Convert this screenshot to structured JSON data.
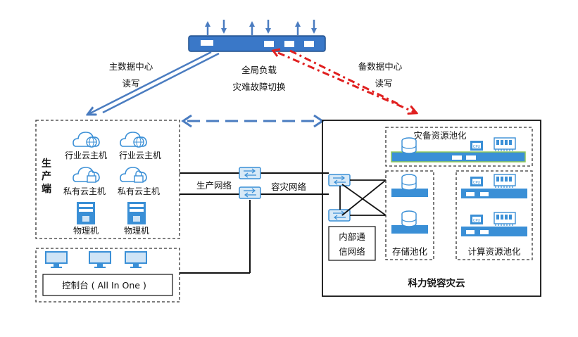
{
  "top_labels": {
    "primary_dc": "主数据中心",
    "primary_rw": "读写",
    "global_lb": "全局负载",
    "dr_switch": "灾难故障切换",
    "backup_dc": "备数据中心",
    "backup_rw": "读写"
  },
  "production": {
    "side_label": [
      "生",
      "产",
      "端"
    ],
    "industry_host": "行业云主机",
    "private_host": "私有云主机",
    "physical": "物理机"
  },
  "console": {
    "label": "控制台 ( All  In  One )"
  },
  "networks": {
    "production": "生产网络",
    "dr": "容灾网络",
    "internal": [
      "内部通",
      "信网络"
    ]
  },
  "cloud": {
    "title": "科力锐容灾云",
    "dr_pool": "灾备资源池化",
    "storage_pool": "存储池化",
    "compute_pool": "计算资源池化"
  },
  "colors": {
    "blue": "#4a7cc0",
    "red": "#e02020",
    "light_blue": "#3a8fd6"
  }
}
